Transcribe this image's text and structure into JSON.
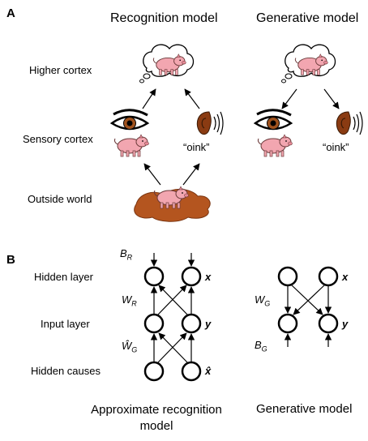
{
  "panel_a": {
    "letter": "A",
    "recognition_title": "Recognition model",
    "generative_title": "Generative model",
    "row_labels": [
      "Higher cortex",
      "Sensory cortex",
      "Outside world"
    ],
    "oink_left": "“oink”",
    "oink_right": "“oink”"
  },
  "panel_b": {
    "letter": "B",
    "row_labels": [
      "Hidden layer",
      "Input layer",
      "Hidden causes"
    ],
    "left": {
      "BR": "B",
      "BR_sub": "R",
      "WR": "W",
      "WR_sub": "R",
      "WG": "Ŵ",
      "WG_sub": "G",
      "x": "x",
      "y": "y",
      "xhat": "x̂",
      "caption": "Approximate recognition model"
    },
    "right": {
      "WG": "W",
      "WG_sub": "G",
      "BG": "B",
      "BG_sub": "G",
      "x": "x",
      "y": "y",
      "caption": "Generative model"
    }
  },
  "colors": {
    "pig": "#f2a6b0",
    "pig_outline": "#6b3a3a",
    "mud": "#b4551f",
    "ear": "#8a3b12",
    "eye_iris": "#a0521d"
  },
  "icons": [
    "thought-bubble-icon",
    "pig-icon",
    "eye-icon",
    "ear-icon",
    "mud-puddle-icon"
  ]
}
